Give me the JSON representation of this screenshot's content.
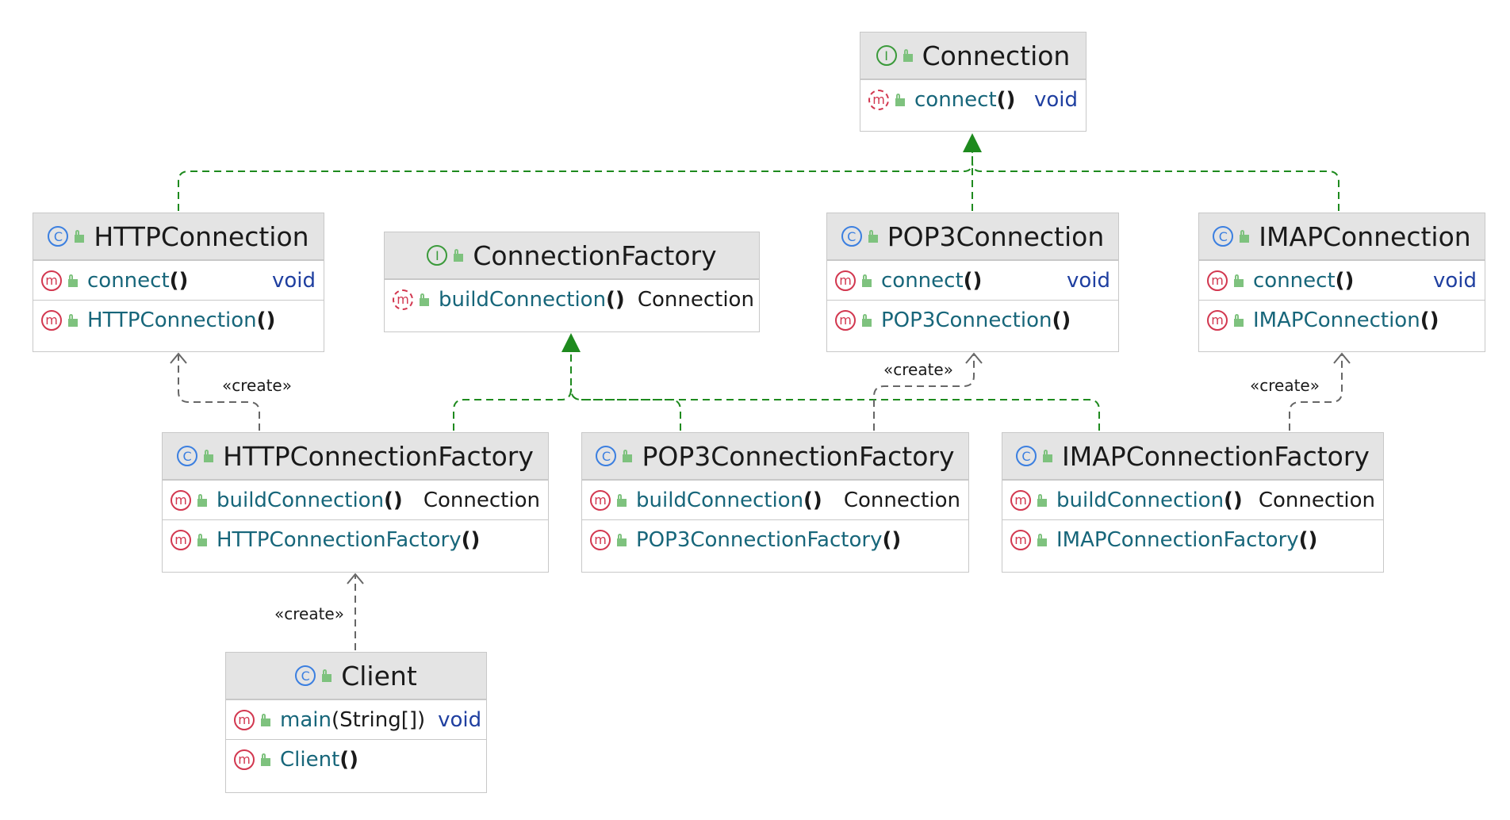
{
  "nodes": {
    "connection": {
      "kind": "interface",
      "name": "Connection",
      "members": [
        {
          "kind": "method",
          "abstract": true,
          "name": "connect",
          "params": "()",
          "type": "void",
          "type_kind": "kw"
        }
      ]
    },
    "http_connection": {
      "kind": "class",
      "name": "HTTPConnection",
      "members": [
        {
          "kind": "method",
          "name": "connect",
          "params": "()",
          "type": "void",
          "type_kind": "kw"
        },
        {
          "kind": "method",
          "name": "HTTPConnection",
          "params": "()",
          "type": "",
          "type_kind": "kw"
        }
      ]
    },
    "connection_factory": {
      "kind": "interface",
      "name": "ConnectionFactory",
      "members": [
        {
          "kind": "method",
          "abstract": true,
          "name": "buildConnection",
          "params": "()",
          "type": "Connection",
          "type_kind": "cls"
        }
      ]
    },
    "pop3_connection": {
      "kind": "class",
      "name": "POP3Connection",
      "members": [
        {
          "kind": "method",
          "name": "connect",
          "params": "()",
          "type": "void",
          "type_kind": "kw"
        },
        {
          "kind": "method",
          "name": "POP3Connection",
          "params": "()",
          "type": "",
          "type_kind": "kw"
        }
      ]
    },
    "imap_connection": {
      "kind": "class",
      "name": "IMAPConnection",
      "members": [
        {
          "kind": "method",
          "name": "connect",
          "params": "()",
          "type": "void",
          "type_kind": "kw"
        },
        {
          "kind": "method",
          "name": "IMAPConnection",
          "params": "()",
          "type": "",
          "type_kind": "kw"
        }
      ]
    },
    "http_connection_factory": {
      "kind": "class",
      "name": "HTTPConnectionFactory",
      "members": [
        {
          "kind": "method",
          "name": "buildConnection",
          "params": "()",
          "type": "Connection",
          "type_kind": "cls"
        },
        {
          "kind": "method",
          "name": "HTTPConnectionFactory",
          "params": "()",
          "type": "",
          "type_kind": "kw"
        }
      ]
    },
    "pop3_connection_factory": {
      "kind": "class",
      "name": "POP3ConnectionFactory",
      "members": [
        {
          "kind": "method",
          "name": "buildConnection",
          "params": "()",
          "type": "Connection",
          "type_kind": "cls"
        },
        {
          "kind": "method",
          "name": "POP3ConnectionFactory",
          "params": "()",
          "type": "",
          "type_kind": "kw"
        }
      ]
    },
    "imap_connection_factory": {
      "kind": "class",
      "name": "IMAPConnectionFactory",
      "members": [
        {
          "kind": "method",
          "name": "buildConnection",
          "params": "()",
          "type": "Connection",
          "type_kind": "cls"
        },
        {
          "kind": "method",
          "name": "IMAPConnectionFactory",
          "params": "()",
          "type": "",
          "type_kind": "kw"
        }
      ]
    },
    "client": {
      "kind": "class",
      "name": "Client",
      "members": [
        {
          "kind": "method",
          "name": "main",
          "params": "(String[])",
          "type": "void",
          "type_kind": "kw"
        },
        {
          "kind": "method",
          "name": "Client",
          "params": "()",
          "type": "",
          "type_kind": "kw"
        }
      ]
    }
  },
  "icons": {
    "class": "C",
    "interface": "I",
    "method": "m"
  },
  "edge_labels": {
    "create_http": "«create»",
    "create_pop3": "«create»",
    "create_imap": "«create»",
    "create_client": "«create»"
  },
  "colors": {
    "realization": "#1e8a1e",
    "dependency": "#666666",
    "header_bg": "#e4e4e4",
    "method_name": "#17667a",
    "keyword": "#1f3fa0"
  }
}
